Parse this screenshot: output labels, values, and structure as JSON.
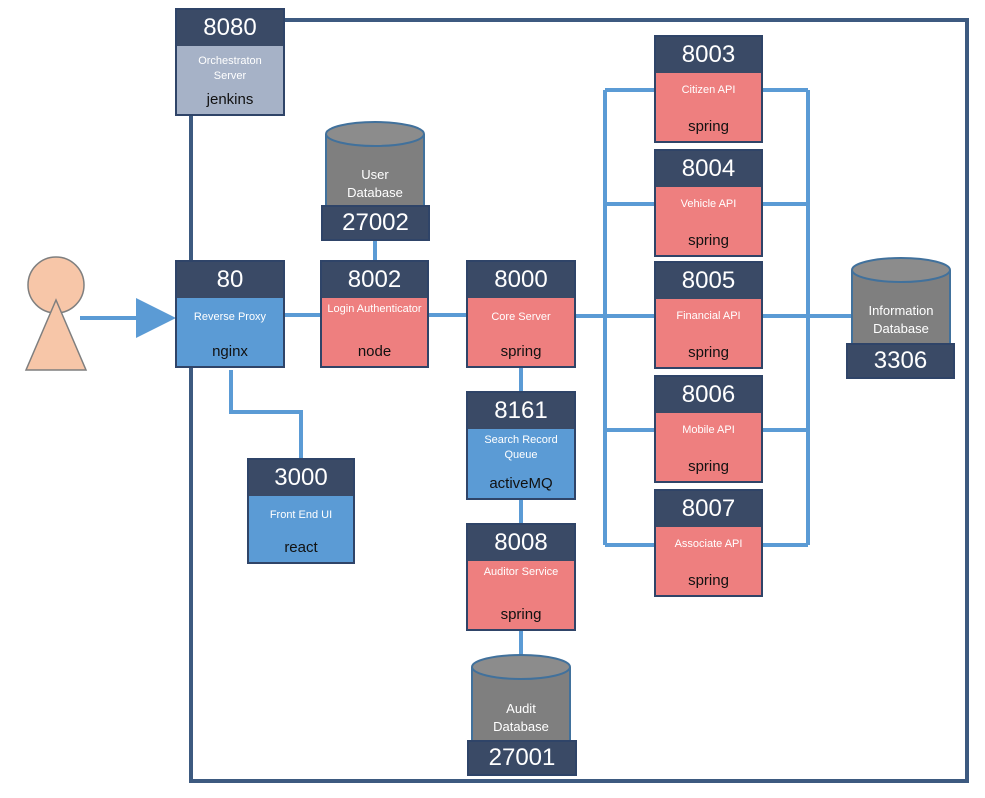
{
  "services": {
    "orchestration": {
      "port": "8080",
      "label": "Orchestraton Server",
      "tech": "jenkins"
    },
    "reverse_proxy": {
      "port": "80",
      "label": "Reverse Proxy",
      "tech": "nginx"
    },
    "frontend": {
      "port": "3000",
      "label": "Front End UI",
      "tech": "react"
    },
    "login": {
      "port": "8002",
      "label": "Login Authenticator",
      "tech": "node"
    },
    "core": {
      "port": "8000",
      "label": "Core Server",
      "tech": "spring"
    },
    "search_queue": {
      "port": "8161",
      "label": "Search Record Queue",
      "tech": "activeMQ"
    },
    "auditor": {
      "port": "8008",
      "label": "Auditor Service",
      "tech": "spring"
    },
    "citizen_api": {
      "port": "8003",
      "label": "Citizen API",
      "tech": "spring"
    },
    "vehicle_api": {
      "port": "8004",
      "label": "Vehicle API",
      "tech": "spring"
    },
    "financial_api": {
      "port": "8005",
      "label": "Financial API",
      "tech": "spring"
    },
    "mobile_api": {
      "port": "8006",
      "label": "Mobile API",
      "tech": "spring"
    },
    "associate_api": {
      "port": "8007",
      "label": "Associate API",
      "tech": "spring"
    }
  },
  "databases": {
    "user_db": {
      "label": "User Database",
      "port": "27002"
    },
    "audit_db": {
      "label": "Audit Database",
      "port": "27001"
    },
    "info_db": {
      "label": "Information Database",
      "port": "3306"
    }
  },
  "colors": {
    "frame": "#3d5a80",
    "wire": "#5b9bd5",
    "port_bar": "#3a4a66",
    "blue_box": "#5b9bd5",
    "red_box": "#ee7f7f",
    "grey_box": "#a6b2c7",
    "db_grey": "#7f7f7f",
    "user": "#f7c6a8"
  }
}
